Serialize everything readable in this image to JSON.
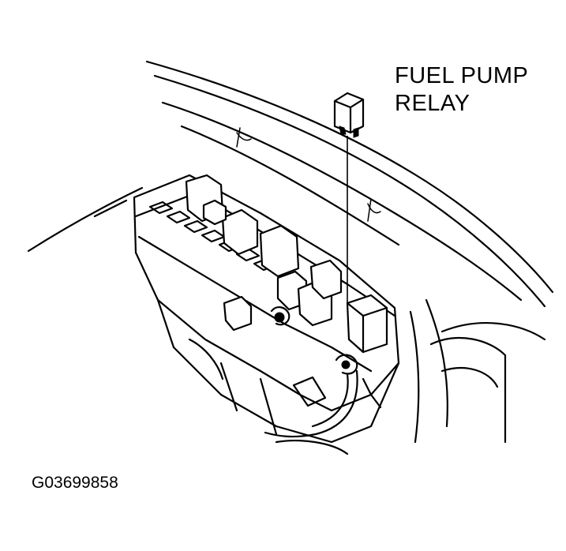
{
  "callout": {
    "line1": "FUEL PUMP",
    "line2": "RELAY"
  },
  "figure_id": "G03699858"
}
